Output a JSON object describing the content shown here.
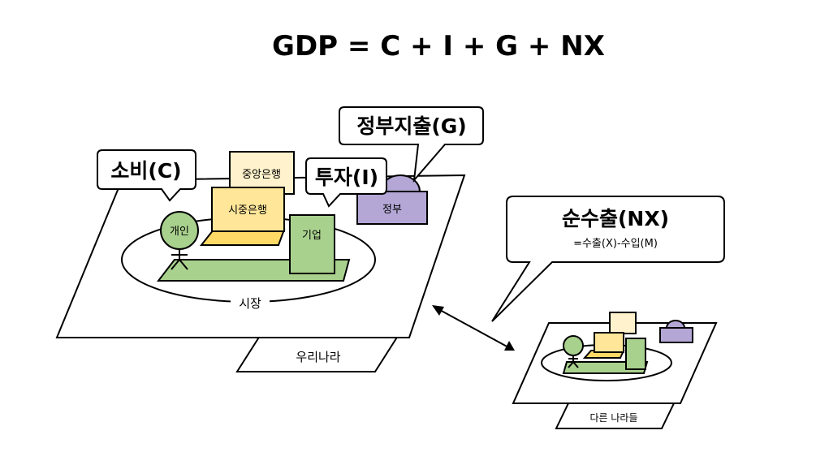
{
  "formula": "GDP = C + I + G + NX",
  "callouts": {
    "consumption": "소비(C)",
    "investment": "투자(I)",
    "government_spending": "정부지출(G)",
    "net_exports_title": "순수출(NX)",
    "net_exports_subtitle": "=수출(X)-수입(M)"
  },
  "blocks": {
    "central_bank": "중앙은행",
    "commercial_bank": "시중은행",
    "individual": "개인",
    "company": "기업",
    "government": "정부",
    "market": "시장"
  },
  "regions": {
    "our_country": "우리나라",
    "other_countries": "다른 나라들"
  },
  "colors": {
    "green": "#a9d18e",
    "yellow": "#ffe699",
    "light_yellow": "#fff2cc",
    "orange_yellow": "#ffd966",
    "purple": "#b4a7d6",
    "outline": "#000000"
  }
}
